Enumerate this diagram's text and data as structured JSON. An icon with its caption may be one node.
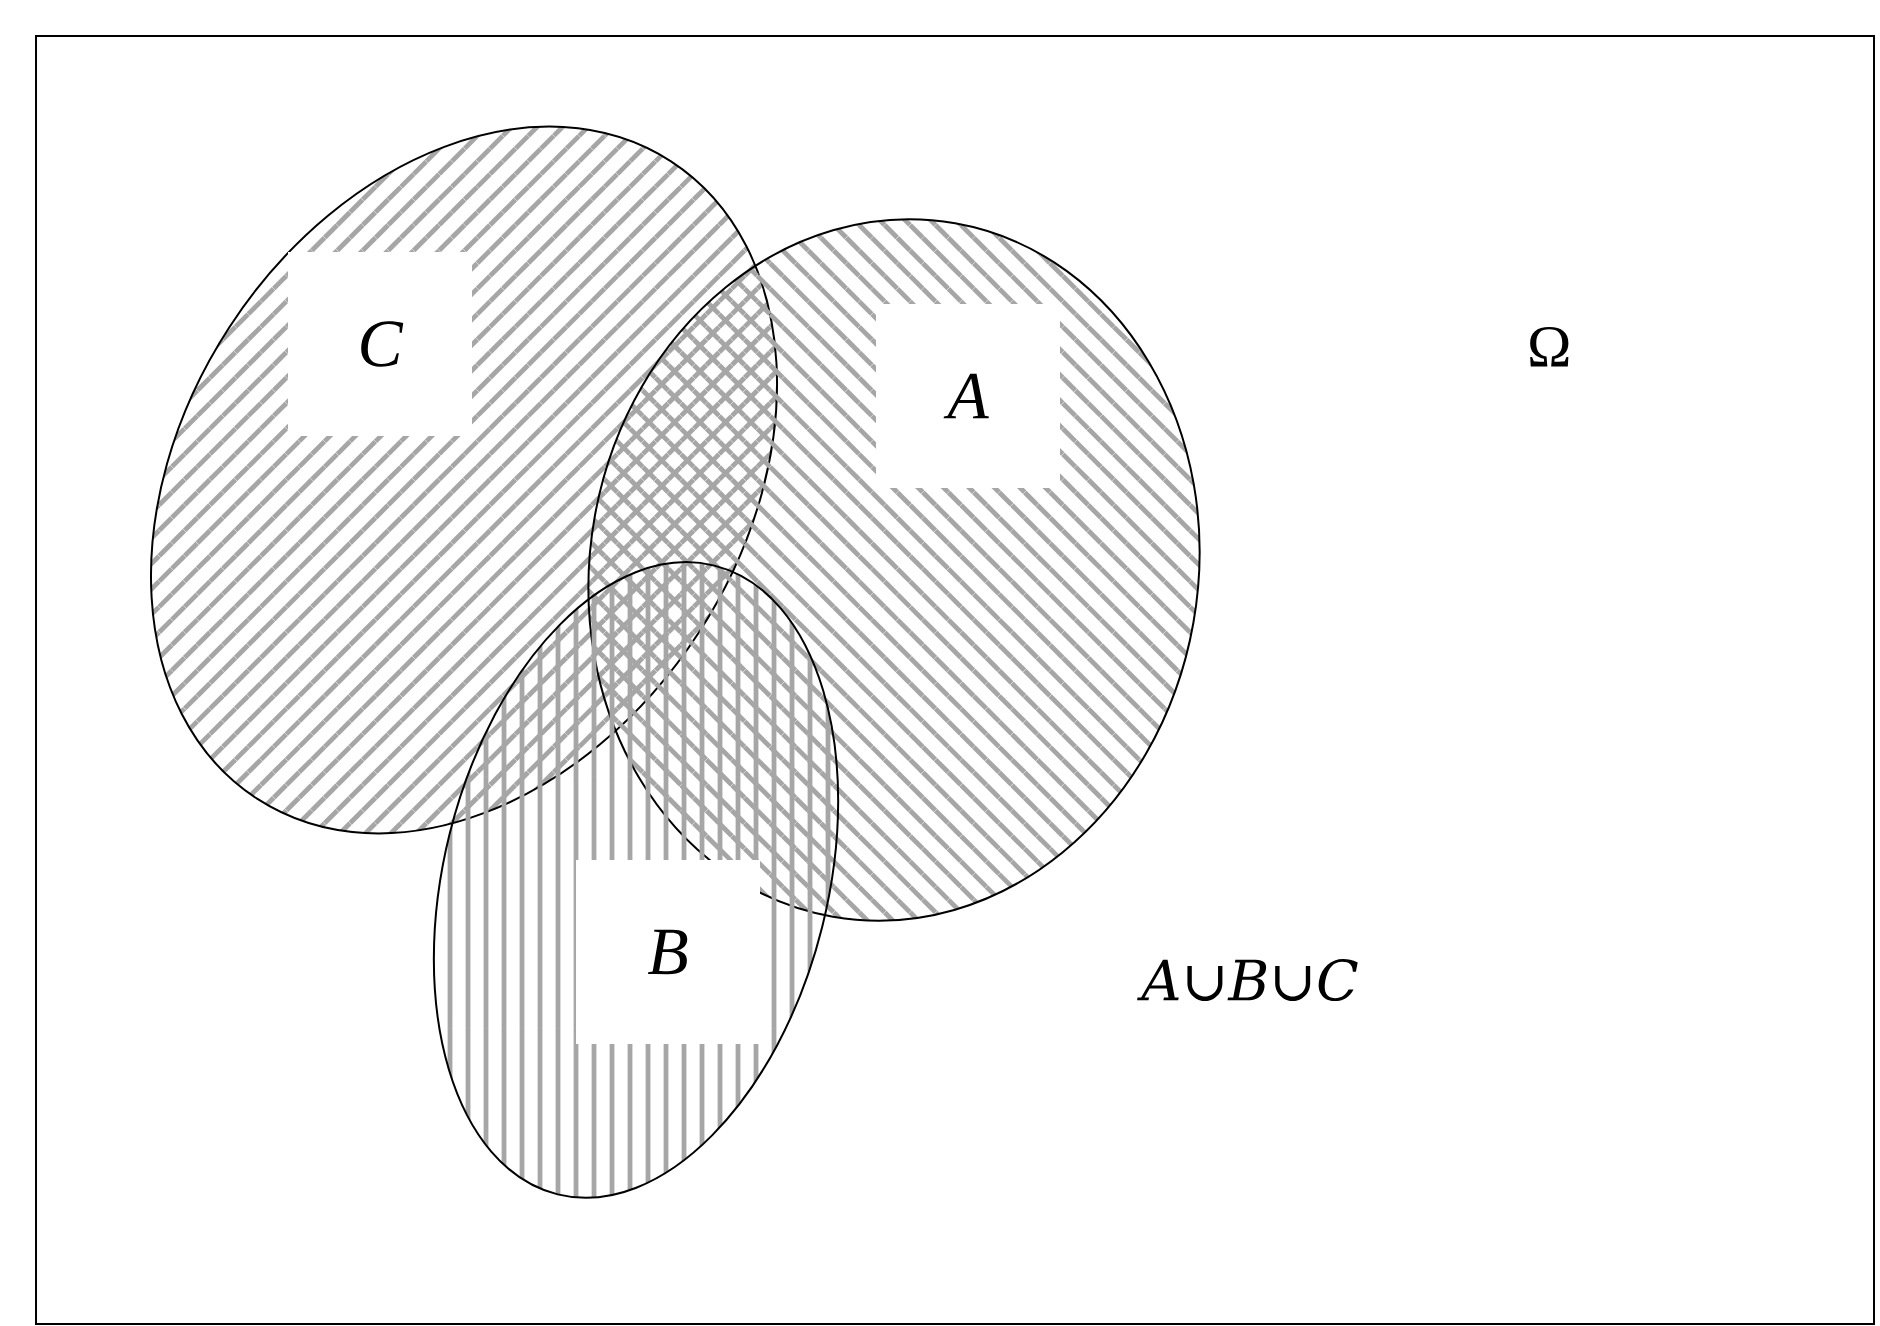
{
  "diagram": {
    "nodes": [
      {
        "text": [
          "Ω"
        ]
      },
      {
        "text": [
          "C"
        ],
        "in": 0
      },
      {
        "text": [
          "A"
        ],
        "in": 0
      },
      {
        "text": [
          "B"
        ],
        "in": 0
      }
    ],
    "labels": [
      "A∪B∪C"
    ]
  }
}
